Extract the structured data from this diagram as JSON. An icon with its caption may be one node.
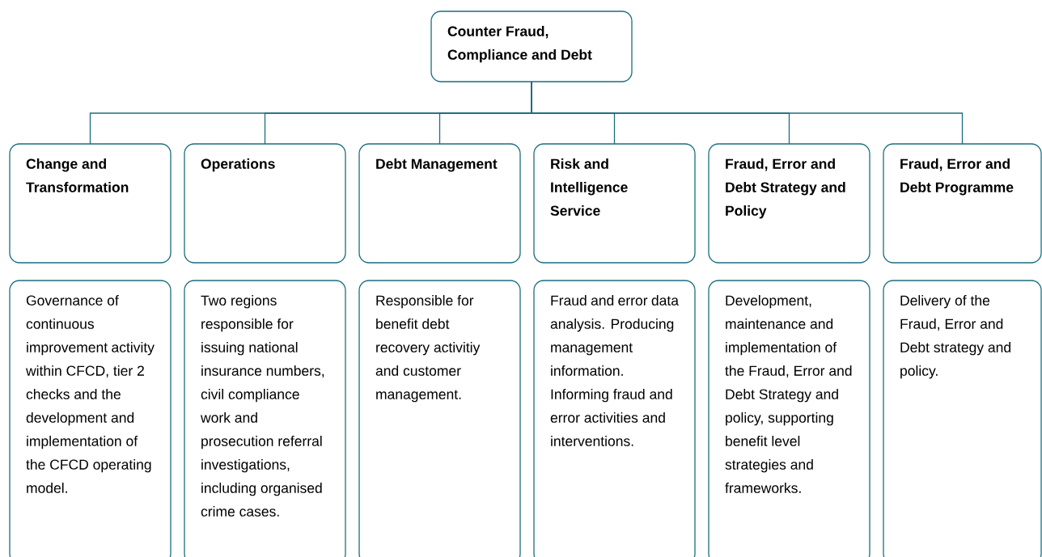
{
  "diagram": {
    "nodes": [
      {
        "text": [
          "Counter Fraud, Compliance and Debt"
        ]
      },
      {
        "text": [
          "Change and Transformation"
        ]
      },
      {
        "text": [
          "Operations"
        ]
      },
      {
        "text": [
          "Debt Management"
        ]
      },
      {
        "text": [
          "Risk and Intelligence Service"
        ]
      },
      {
        "text": [
          "Fraud, Error and Debt Strategy and Policy"
        ]
      },
      {
        "text": [
          "Fraud, Error and Debt Programme"
        ]
      },
      {
        "text": [
          "Governance of continuous improvement activity within CFCD, tier 2 checks and the development and implementation of the CFCD operating model."
        ]
      },
      {
        "text": [
          "Two regions responsible for issuing national insurance numbers, civil compliance work and prosecution referral investigations, including organised crime cases."
        ]
      },
      {
        "text": [
          "Responsible for benefit debt recovery activitiy and customer management."
        ]
      },
      {
        "text": [
          "Fraud and error data analysis. Producing management information. Informing fraud and error activities and interventions."
        ]
      },
      {
        "text": [
          "Development, maintenance and implementation of the Fraud, Error and Debt Strategy and policy, supporting benefit level strategies and frameworks."
        ]
      },
      {
        "text": [
          "Delivery of the Fraud, Error and Debt strategy and policy."
        ]
      }
    ],
    "edges": [
      {
        "from": 0,
        "to": 1,
        "arrow": "none"
      },
      {
        "from": 0,
        "to": 2,
        "arrow": "none"
      },
      {
        "from": 0,
        "to": 3,
        "arrow": "none"
      },
      {
        "from": 0,
        "to": 4,
        "arrow": "none"
      },
      {
        "from": 0,
        "to": 5,
        "arrow": "none"
      },
      {
        "from": 0,
        "to": 6,
        "arrow": "none"
      }
    ]
  }
}
